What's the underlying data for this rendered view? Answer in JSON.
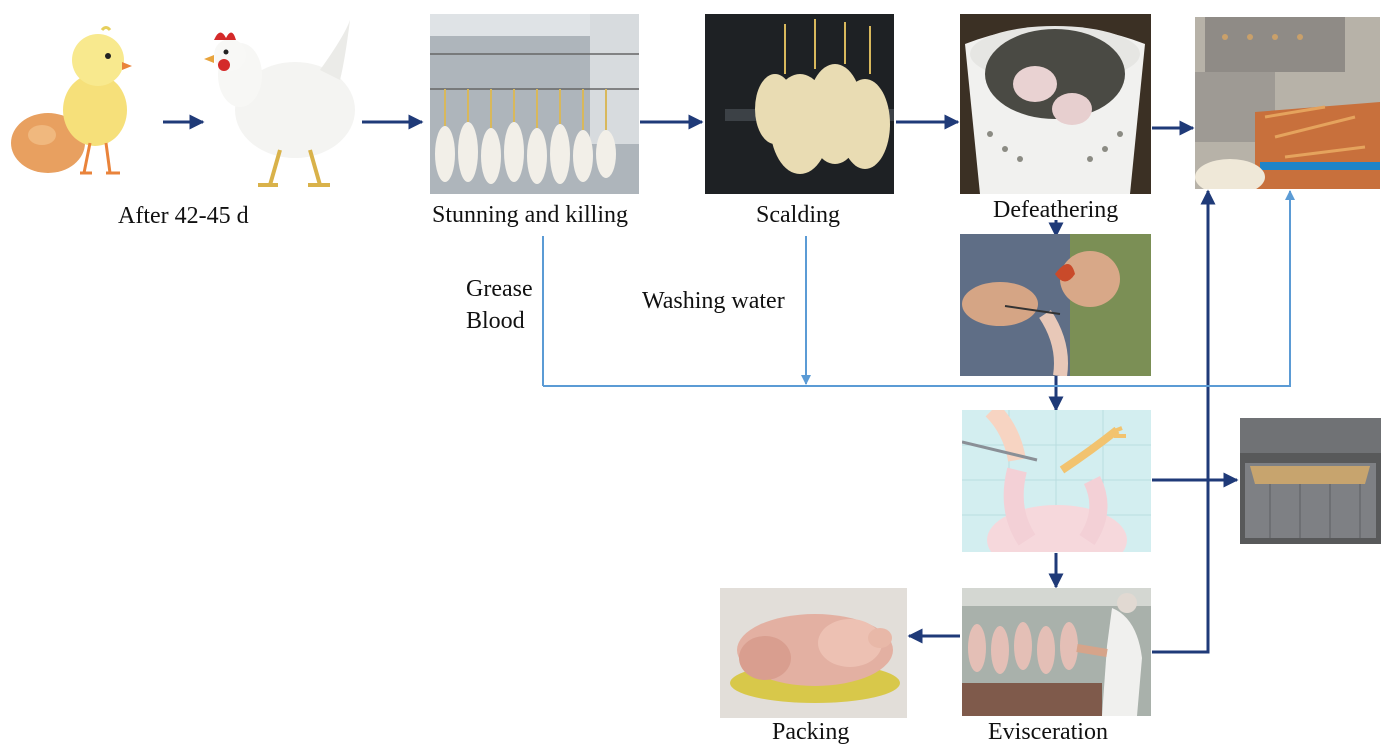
{
  "labels": {
    "age": "After 42-45 d",
    "stunning": "Stunning and killing",
    "scalding": "Scalding",
    "defeathering": "Defeathering",
    "grease": "Grease",
    "blood": "Blood",
    "washing": "Washing water",
    "packing": "Packing",
    "evisceration": "Evisceration"
  },
  "colors": {
    "main_arrow": "#1f3a78",
    "waste_line": "#5b9bd5"
  },
  "images": [
    "chick-and-egg",
    "broiler-hen",
    "stunning-line",
    "scalding-birds",
    "defeathering-drum",
    "pinning-by-hand",
    "feather-waste-bin",
    "hock-cutting-illustration",
    "offal-crates",
    "evisceration-line",
    "packed-chicken"
  ]
}
